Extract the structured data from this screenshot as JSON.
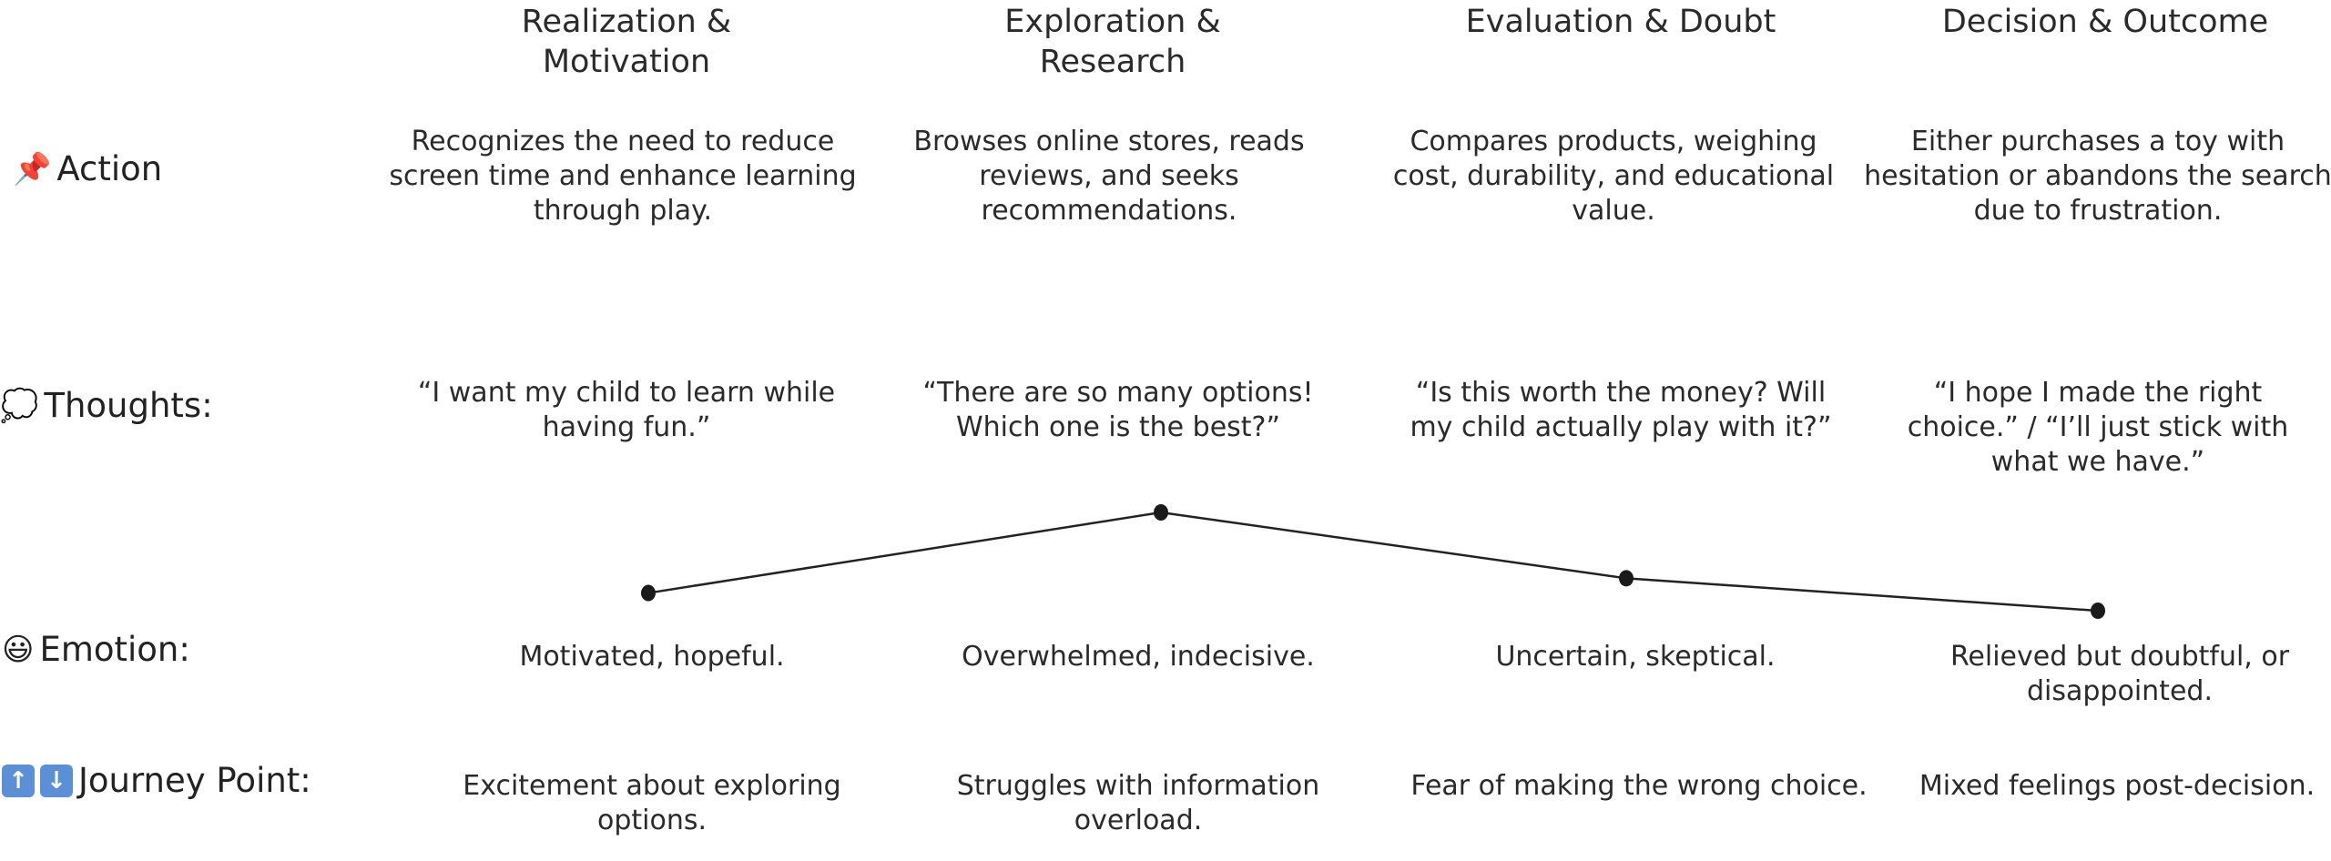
{
  "stages": [
    {
      "header": "Realization &\nMotivation"
    },
    {
      "header": "Exploration &\nResearch"
    },
    {
      "header": "Evaluation & Doubt"
    },
    {
      "header": "Decision & Outcome"
    }
  ],
  "rows": {
    "action": {
      "label": "Action",
      "icon": "pushpin-icon",
      "cells": [
        "Recognizes the need to reduce screen time and enhance learning through play.",
        "Browses online stores, reads reviews, and seeks recommendations.",
        "Compares products, weighing cost, durability, and educational value.",
        "Either purchases a toy with hesitation or abandons the search due to frustration."
      ]
    },
    "thoughts": {
      "label": "Thoughts:",
      "icon": "thought-bubble-icon",
      "cells": [
        "“I want my child to learn while having fun.”",
        "“There are so many options! Which one is the best?”",
        "“Is this worth the money? Will my child actually play with it?”",
        "“I hope I made the right choice.” / “I’ll just stick with what we have.”"
      ]
    },
    "emotion": {
      "label": "Emotion:",
      "icon": "smiley-face-icon",
      "cells": [
        "Motivated, hopeful.",
        "Overwhelmed, indecisive.",
        "Uncertain, skeptical.",
        "Relieved but doubtful, or disappointed."
      ]
    },
    "journey": {
      "label": "Journey Point:",
      "icon": "up-down-arrows-icon",
      "cells": [
        "Excitement about exploring options.",
        "Struggles with information overload.",
        "Fear of making the wrong choice.",
        "Mixed feelings post-decision."
      ]
    }
  },
  "emotion_curve": {
    "levels": [
      0.18,
      1.0,
      0.33,
      0.0
    ],
    "colors": {
      "line": "#222222",
      "point": "#1a1a1a"
    }
  }
}
